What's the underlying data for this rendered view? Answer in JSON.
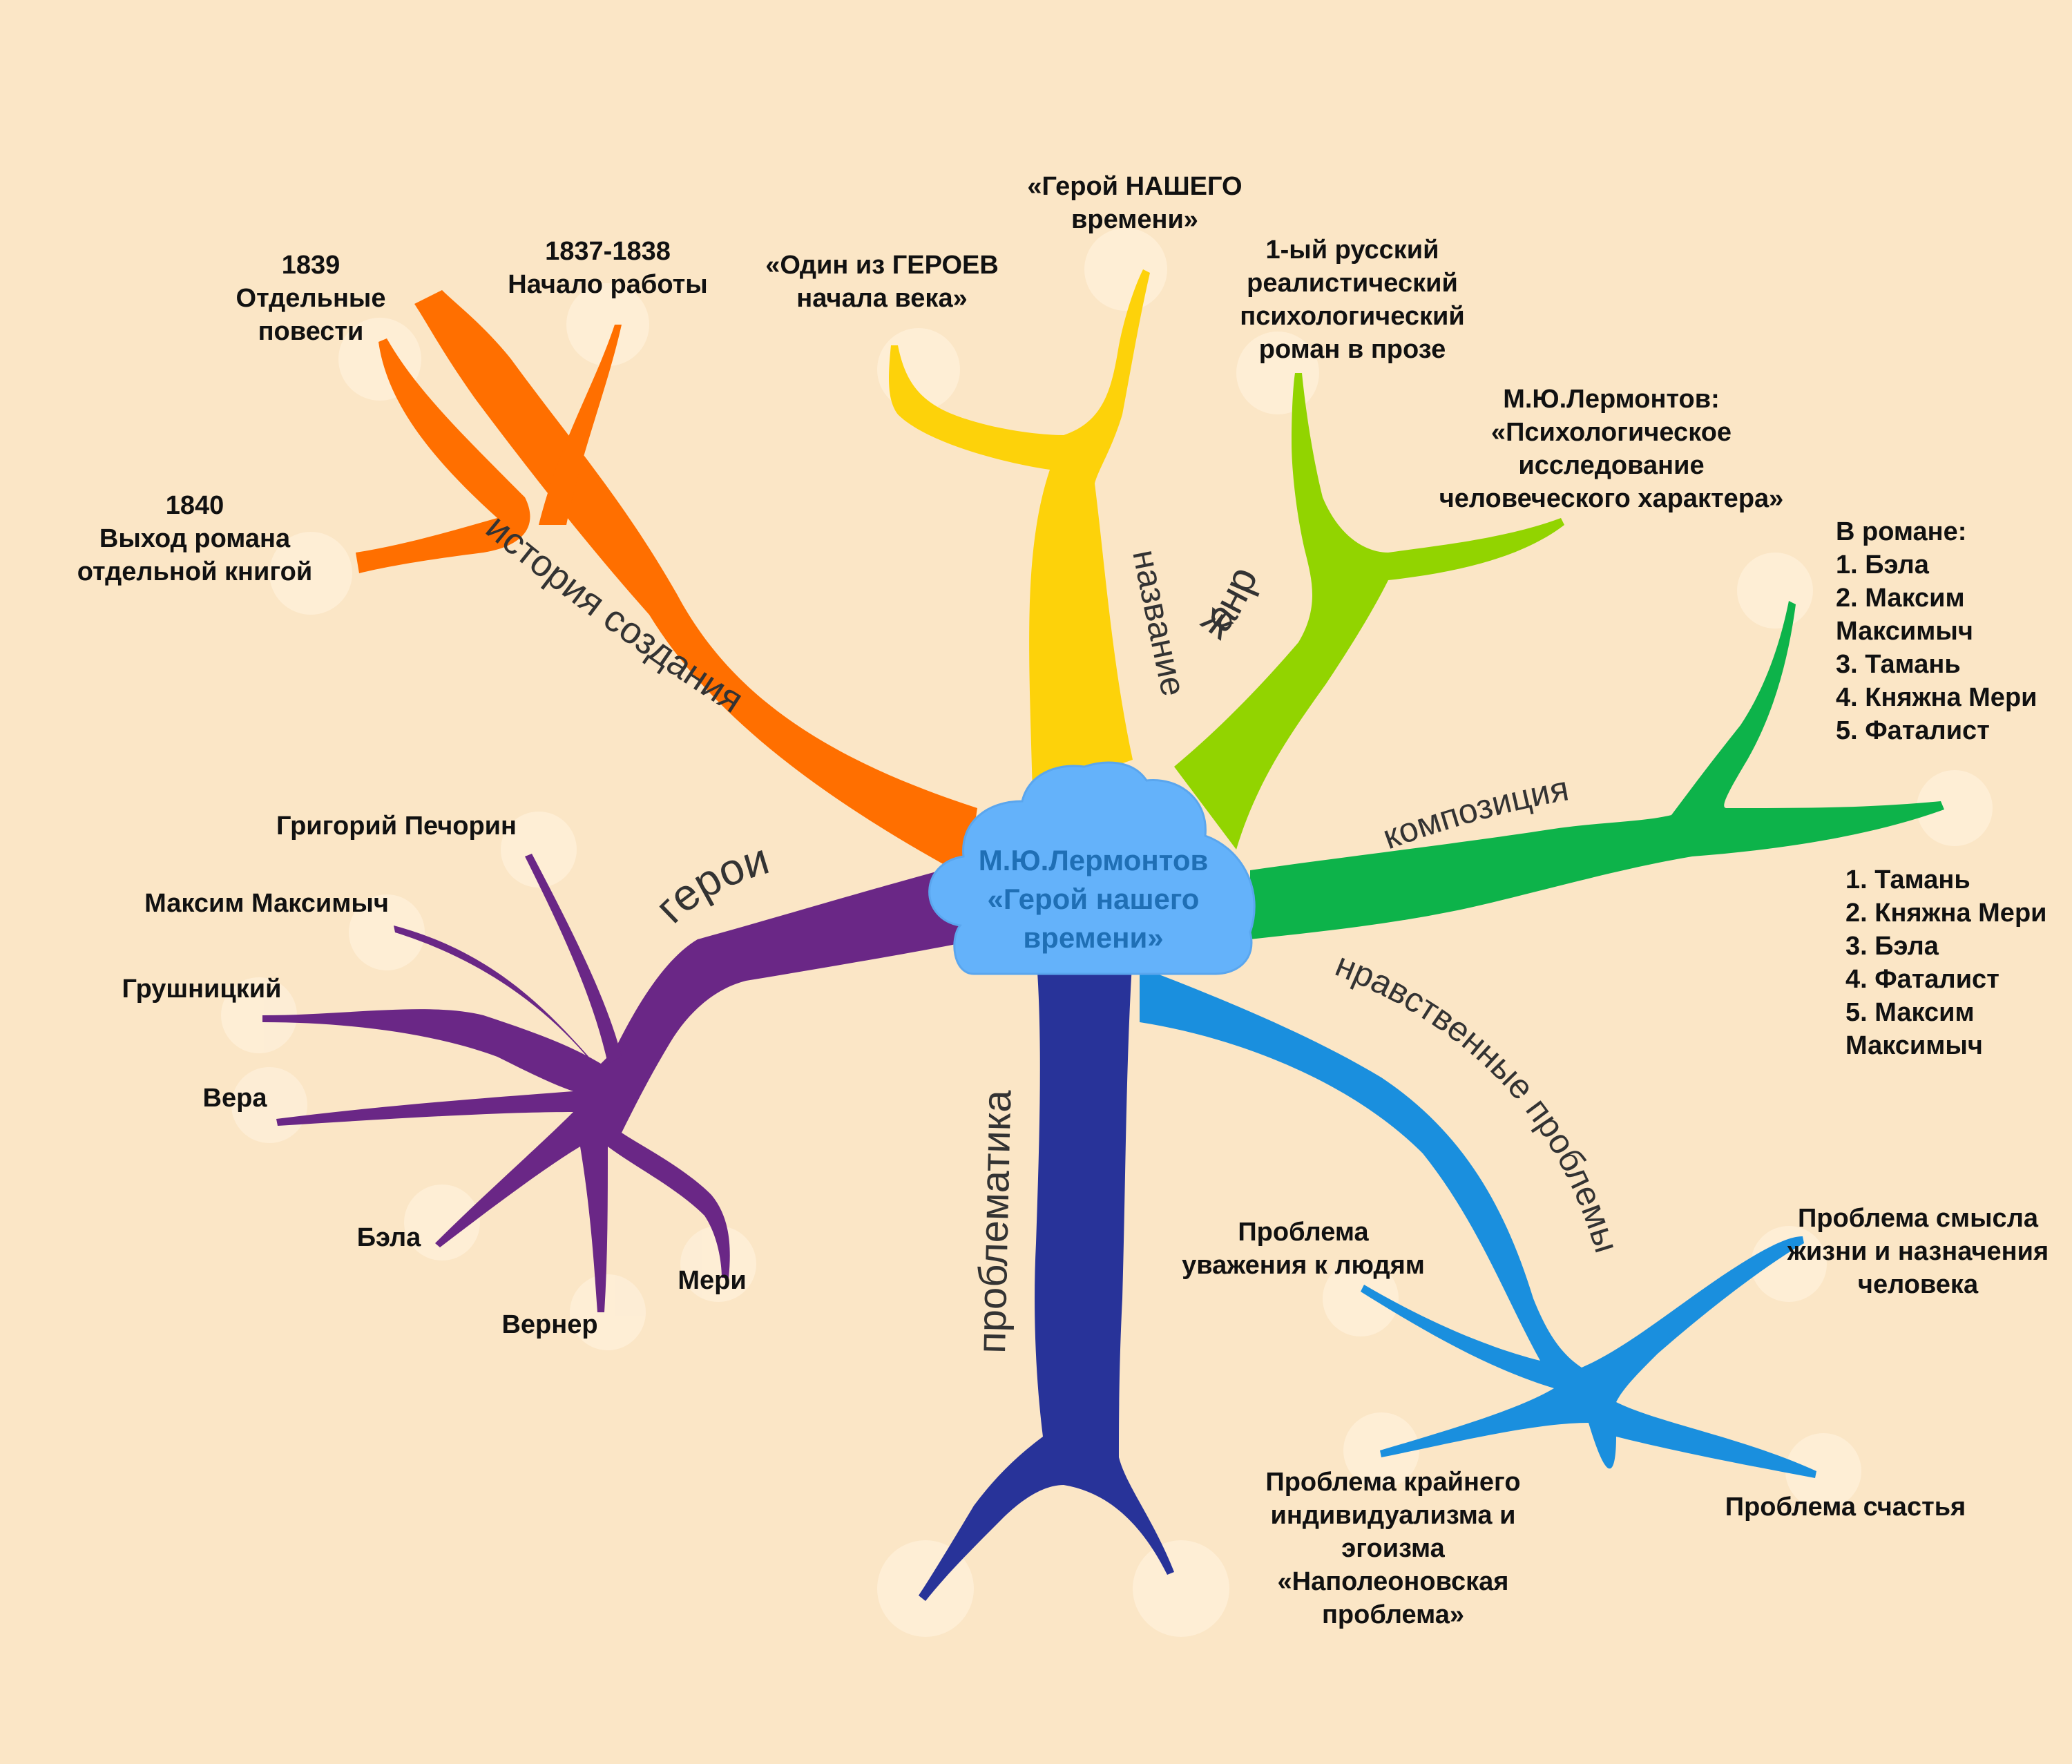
{
  "center": {
    "text": "М.Ю.Лермонтов\n«Герой нашего\nвремени»"
  },
  "branches": [
    {
      "id": "history",
      "label": "история создания",
      "color": "#ff6f00",
      "leaves": [
        "1839\nОтдельные\nповести",
        "1837-1838\nНачало работы",
        "1840\nВыход романа\nотдельной книгой"
      ]
    },
    {
      "id": "title",
      "label": "название",
      "color": "#fdd20a",
      "leaves": [
        "«Один из ГЕРОЕВ\nначала века»",
        "«Герой НАШЕГО\nвремени»"
      ]
    },
    {
      "id": "genre",
      "label": "жанр",
      "color": "#92d400",
      "leaves": [
        "1-ый русский\nреалистический\nпсихологический\nроман в прозе",
        "М.Ю.Лермонтов:\n«Психологическое\nисследование\nчеловеческого характера»"
      ]
    },
    {
      "id": "composition",
      "label": "композиция",
      "color": "#0db34a",
      "leaves": [
        "В романе:\n1. Бэла\n2. Максим\nМаксимыч\n3. Тамань\n4. Княжна Мери\n5. Фаталист",
        "1. Тамань\n2. Княжна Мери\n3. Бэла\n4. Фаталист\n5. Максим\nМаксимыч"
      ]
    },
    {
      "id": "moral",
      "label": "нравственные проблемы",
      "color": "#1a8fde",
      "leaves": [
        "Проблема\nуважения к людям",
        "Проблема смысла\nжизни и назначения\nчеловека",
        "Проблема крайнего\nиндивидуализма и\nэгоизма\n«Наполеоновская\nпроблема»",
        "Проблема счастья"
      ]
    },
    {
      "id": "problems",
      "label": "проблематика",
      "color": "#283399",
      "leaves": []
    },
    {
      "id": "heroes",
      "label": "герои",
      "color": "#6a2786",
      "leaves": [
        "Григорий Печорин",
        "Максим Максимыч",
        "Грушницкий",
        "Вера",
        "Бэла",
        "Вернер",
        "Мери"
      ]
    }
  ]
}
